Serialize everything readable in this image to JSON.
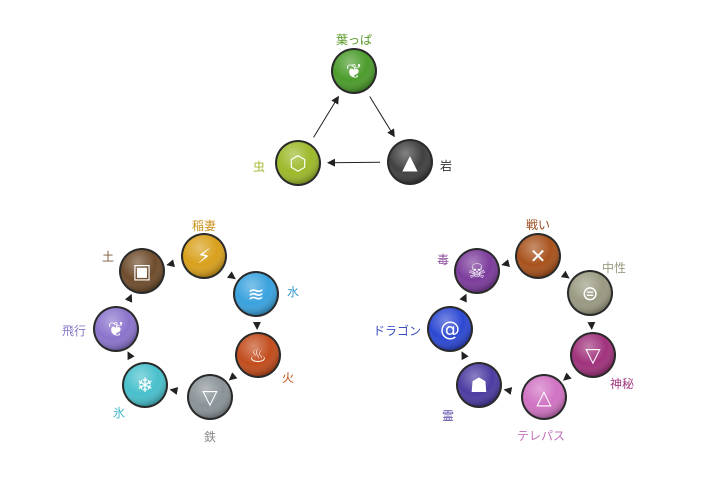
{
  "cycles": [
    {
      "id": "nature",
      "nodes": [
        {
          "key": "leaf",
          "label": "葉っぱ",
          "color": "#4c9c2c",
          "label_color": "#5a9a2a",
          "icon": "leaf-icon"
        },
        {
          "key": "rock",
          "label": "岩",
          "color": "#404040",
          "label_color": "#333333",
          "icon": "rock-icon"
        },
        {
          "key": "bug",
          "label": "虫",
          "color": "#9cba2a",
          "label_color": "#a8b830",
          "icon": "honeycomb-icon"
        }
      ],
      "edges": [
        [
          "leaf",
          "rock"
        ],
        [
          "rock",
          "bug"
        ],
        [
          "bug",
          "leaf"
        ]
      ]
    },
    {
      "id": "elements",
      "nodes": [
        {
          "key": "electric",
          "label": "稲妻",
          "color": "#d9a01c",
          "label_color": "#c8901a",
          "icon": "lightning-icon"
        },
        {
          "key": "water",
          "label": "水",
          "color": "#3aa2de",
          "label_color": "#3a9ad0",
          "icon": "wave-icon"
        },
        {
          "key": "fire",
          "label": "火",
          "color": "#c24c1c",
          "label_color": "#c0501a",
          "icon": "fire-icon"
        },
        {
          "key": "steel",
          "label": "鉄",
          "color": "#8a9398",
          "label_color": "#888888",
          "icon": "triangle-down-icon"
        },
        {
          "key": "ice",
          "label": "氷",
          "color": "#48c0cc",
          "label_color": "#40b8c8",
          "icon": "snowflake-icon"
        },
        {
          "key": "flying",
          "label": "飛行",
          "color": "#8a74cc",
          "label_color": "#8878c8",
          "icon": "wings-icon"
        },
        {
          "key": "earth",
          "label": "土",
          "color": "#6e4c2c",
          "label_color": "#7a5a3a",
          "icon": "square-icon"
        }
      ],
      "edges": [
        [
          "electric",
          "earth"
        ],
        [
          "electric",
          "water"
        ],
        [
          "water",
          "fire"
        ],
        [
          "fire",
          "steel"
        ],
        [
          "steel",
          "ice"
        ],
        [
          "ice",
          "flying"
        ],
        [
          "flying",
          "earth"
        ]
      ]
    },
    {
      "id": "spirit",
      "nodes": [
        {
          "key": "fight",
          "label": "戦い",
          "color": "#a8521c",
          "label_color": "#9a4a1a",
          "icon": "crossed-swords-icon"
        },
        {
          "key": "neutral",
          "label": "中性",
          "color": "#9a9a82",
          "label_color": "#9a9a80",
          "icon": "equals-circle-icon"
        },
        {
          "key": "mystic",
          "label": "神秘",
          "color": "#a0327c",
          "label_color": "#a03a80",
          "icon": "mystic-triangle-icon"
        },
        {
          "key": "psychic",
          "label": "テレパス",
          "color": "#d072c2",
          "label_color": "#c070b8",
          "icon": "eye-triangle-icon"
        },
        {
          "key": "ghost",
          "label": "霊",
          "color": "#4c3ca2",
          "label_color": "#5a4aaa",
          "icon": "ghost-icon"
        },
        {
          "key": "dragon",
          "label": "ドラゴン",
          "color": "#2c48d2",
          "label_color": "#3a50c0",
          "icon": "dragon-icon"
        },
        {
          "key": "poison",
          "label": "毒",
          "color": "#7c3c9c",
          "label_color": "#8a4a9a",
          "icon": "skull-icon"
        }
      ],
      "edges": [
        [
          "fight",
          "poison"
        ],
        [
          "fight",
          "neutral"
        ],
        [
          "neutral",
          "mystic"
        ],
        [
          "mystic",
          "psychic"
        ],
        [
          "psychic",
          "ghost"
        ],
        [
          "ghost",
          "dragon"
        ],
        [
          "dragon",
          "poison"
        ]
      ]
    }
  ]
}
